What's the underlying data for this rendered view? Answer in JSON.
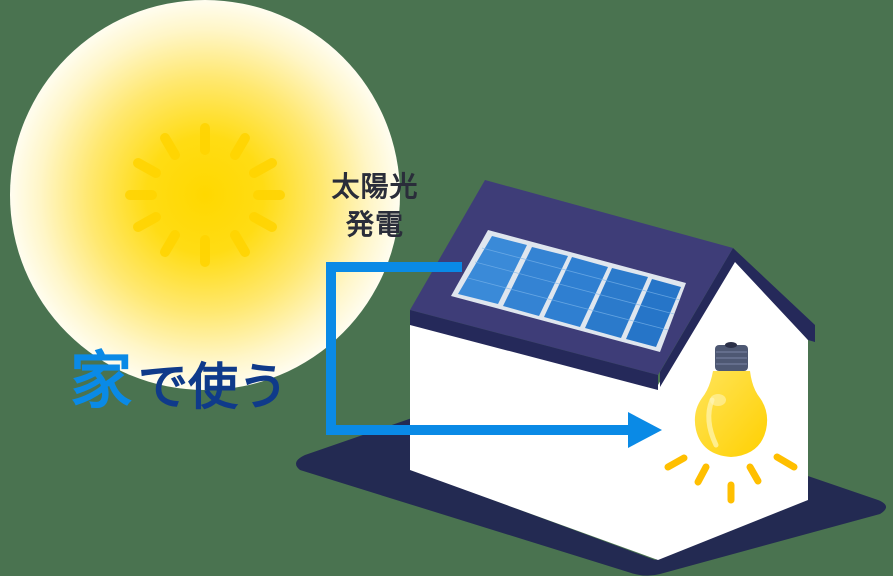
{
  "diagram": {
    "title": "太陽光発電を家で使う",
    "labels": {
      "solar_line1": "太陽光",
      "solar_line2": "発電",
      "use_emphasis": "家",
      "use_rest": "で使う"
    },
    "nodes": [
      {
        "id": "sun",
        "label": "sun"
      },
      {
        "id": "solar-panel",
        "label": "太陽光発電",
        "panels": 5
      },
      {
        "id": "house",
        "label": "house"
      },
      {
        "id": "light-bulb",
        "label": "家で使う"
      }
    ],
    "edges": [
      {
        "from": "solar-panel",
        "to": "light-bulb",
        "style": "arrow"
      }
    ],
    "colors": {
      "background": "#4a7350",
      "sun_core": "#ffd800",
      "sun_glow": "#fffbe6",
      "roof": "#3e3d78",
      "roof_edge": "#25295a",
      "house_wall": "#ffffff",
      "shadow": "#232a52",
      "panel": "#2f7fd1",
      "panel_frame": "#dfe6ee",
      "arrow": "#0a8ae6",
      "bulb": "#ffd600",
      "bulb_base": "#4e5873",
      "light_rays": "#ffbf00",
      "text_dark": "#2a2d3a",
      "text_blue": "#0a8ae6",
      "text_navy": "#0f3a8a"
    }
  }
}
